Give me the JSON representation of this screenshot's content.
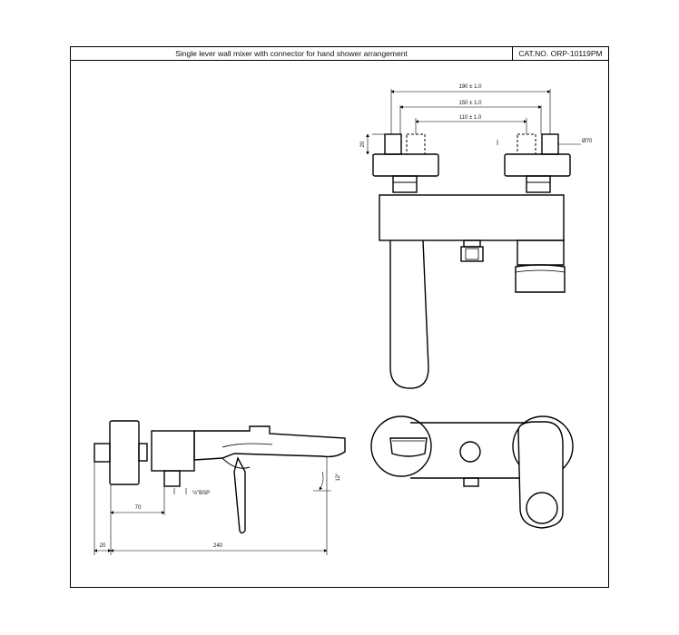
{
  "header": {
    "description": "Single lever wall mixer with connector for hand shower arrangement",
    "catalog_number": "CAT.NO. ORP-10119PM"
  },
  "dimensions": {
    "top_view": {
      "width_190": "190 ± 1.0",
      "width_150": "150 ± 1.0",
      "width_110": "110 ± 1.0",
      "height_20": "20",
      "diameter_70": "Ø70"
    },
    "side_view": {
      "d70": "70",
      "d20": "20",
      "d240": "240",
      "bsp": "½\"BSP",
      "angle": "12°"
    }
  }
}
